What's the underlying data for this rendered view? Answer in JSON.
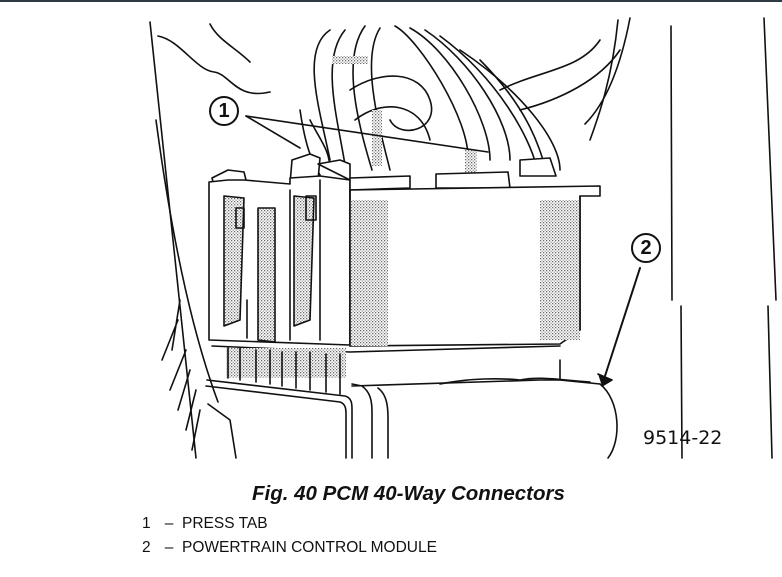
{
  "figure": {
    "caption": "Fig. 40 PCM 40-Way Connectors",
    "figure_number": "9514-22",
    "callouts": [
      {
        "number": "1",
        "label": "PRESS TAB"
      },
      {
        "number": "2",
        "label": "POWERTRAIN CONTROL MODULE"
      }
    ]
  },
  "legend": {
    "separator": "–",
    "items": [
      {
        "number": "1",
        "label": "PRESS TAB"
      },
      {
        "number": "2",
        "label": "POWERTRAIN CONTROL MODULE"
      }
    ]
  },
  "colors": {
    "line": "#111111",
    "stipple": "#9a9a9a",
    "border_top": "#2f3a44",
    "background": "#ffffff"
  }
}
